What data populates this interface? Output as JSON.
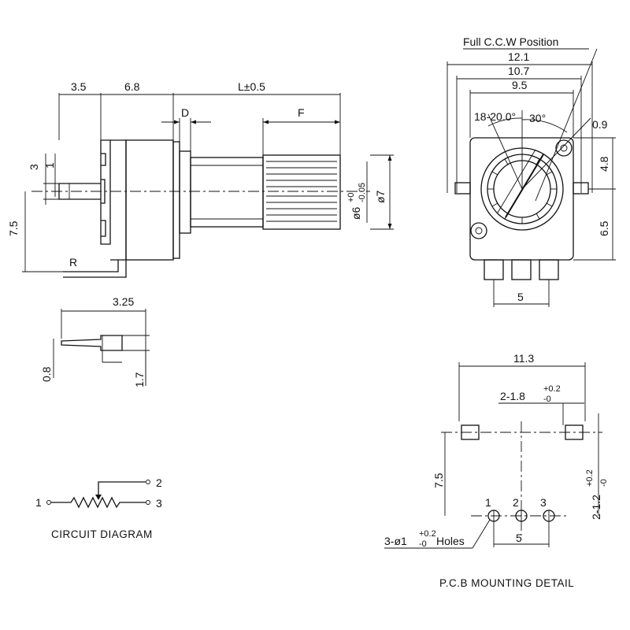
{
  "side_view": {
    "dim_a": "3.5",
    "dim_b": "6.8",
    "dim_length": "L±0.5",
    "dim_d": "D",
    "dim_f": "F",
    "dim_pin": "3",
    "dim_pin_small": "1",
    "dim_height": "7.5",
    "dim_r": "R",
    "dim_shaft_dia_base": "ø6",
    "dim_shaft_tol_plus": "+0",
    "dim_shaft_tol_minus": "-0.05",
    "dim_bush_dia": "ø7"
  },
  "front_view": {
    "position_label": "Full C.C.W Position",
    "dim_121": "12.1",
    "dim_107": "10.7",
    "dim_95": "9.5",
    "dim_angle_range": "18-20.0°",
    "dim_angle_30": "30°",
    "dim_09": "0.9",
    "dim_48": "4.8",
    "dim_65": "6.5",
    "dim_5": "5"
  },
  "terminal_detail": {
    "dim_325": "3.25",
    "dim_08": "0.8",
    "dim_17": "1.7"
  },
  "circuit": {
    "title": "CIRCUIT DIAGRAM",
    "pin1": "1",
    "pin2": "2",
    "pin3": "3"
  },
  "pcb": {
    "title": "P.C.B MOUNTING DETAIL",
    "dim_113": "11.3",
    "dim_slot_base": "2-1.8",
    "dim_slot_tol_plus": "+0.2",
    "dim_slot_tol_minus": "-0",
    "dim_slot_h_base": "2-1.2",
    "dim_slot_h_tol": "+0.2",
    "dim_slot_h_tol2": "-0",
    "dim_75": "7.5",
    "dim_5": "5",
    "hole_base": "3-ø1",
    "hole_tol_plus": "+0.2",
    "hole_tol_minus": "-0",
    "hole_suffix": "Holes",
    "pin1": "1",
    "pin2": "2",
    "pin3": "3"
  }
}
